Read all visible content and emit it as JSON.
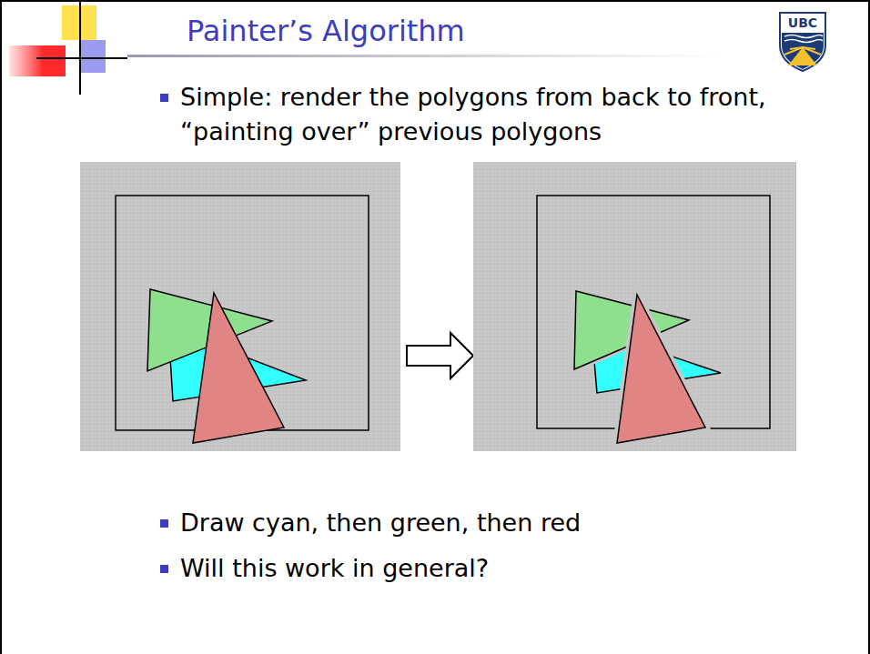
{
  "diagram": {
    "title": "Painter’s Algorithm",
    "labels": [
      "UBC",
      "Simple: render the polygons from back to front, “painting over” previous polygons",
      "Draw cyan, then green, then red",
      "Will this work in general?"
    ]
  }
}
